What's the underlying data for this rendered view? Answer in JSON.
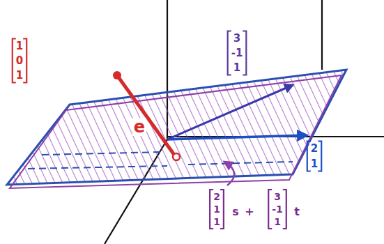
{
  "diagram": {
    "labels": [
      "1",
      "0",
      "1",
      "3",
      "-1",
      "1",
      "2",
      "1",
      "e",
      "2",
      "1",
      "1",
      "s",
      "+",
      "3",
      "-1",
      "1",
      "t"
    ]
  }
}
